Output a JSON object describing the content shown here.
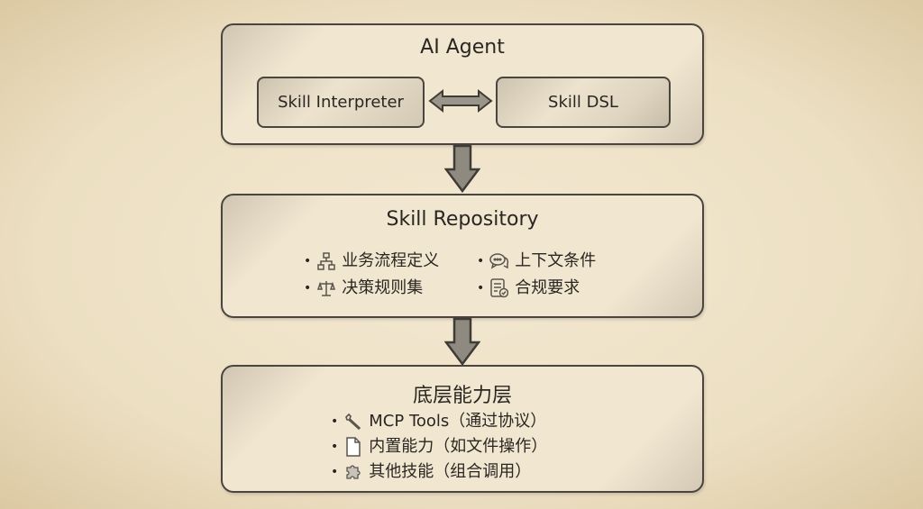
{
  "agent": {
    "title": "AI Agent",
    "interpreter": "Skill Interpreter",
    "dsl": "Skill DSL"
  },
  "repository": {
    "title": "Skill Repository",
    "items": [
      {
        "icon": "flowchart-icon",
        "label": "业务流程定义"
      },
      {
        "icon": "chat-bubbles-icon",
        "label": "上下文条件"
      },
      {
        "icon": "scales-icon",
        "label": "决策规则集"
      },
      {
        "icon": "checklist-document-icon",
        "label": "合规要求"
      }
    ]
  },
  "base": {
    "title": "底层能力层",
    "items": [
      {
        "icon": "wrench-icon",
        "label": "MCP Tools（通过协议）"
      },
      {
        "icon": "file-icon",
        "label": "内置能力（如文件操作）"
      },
      {
        "icon": "puzzle-icon",
        "label": "其他技能（组合调用）"
      }
    ]
  }
}
